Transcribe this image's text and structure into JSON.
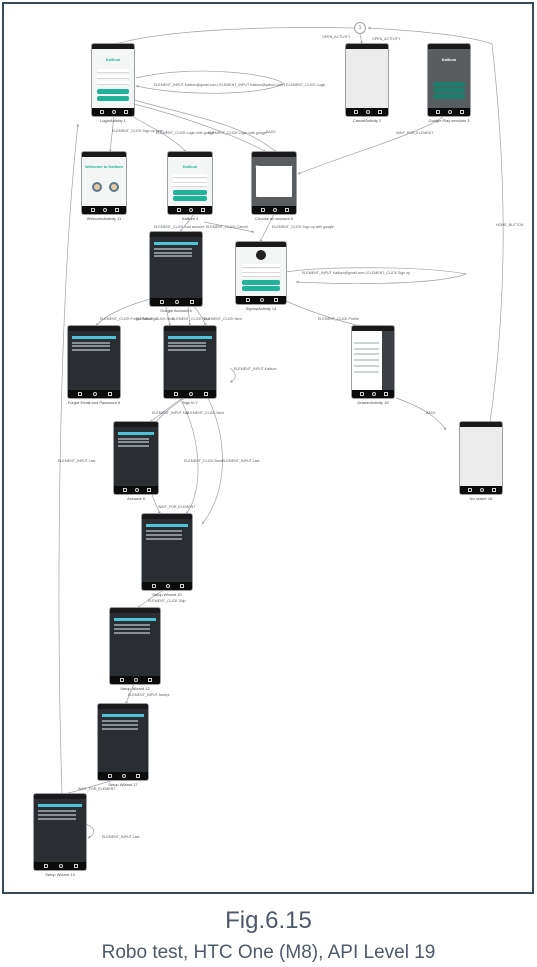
{
  "caption": {
    "figure": "Fig.6.15",
    "description": "Robo test, HTC One (M8), API Level 19"
  },
  "start_node": {
    "symbol": "1"
  },
  "colors": {
    "accent": "#20b29a",
    "frame": "#3d4a5a",
    "edge": "#9ea3a8",
    "caption": "#4d5a6b"
  },
  "nodes": [
    {
      "id": "login",
      "label": "LoginActivity 1",
      "kind": "light",
      "brand": "Kailium"
    },
    {
      "id": "cancel",
      "label": "CancelActivity 2",
      "kind": "gray",
      "brand": ""
    },
    {
      "id": "gplay",
      "label": "Google Play services 3",
      "kind": "dialog",
      "brand": "Kailium"
    },
    {
      "id": "welcome",
      "label": "WelcomeActivity 11",
      "kind": "light",
      "brand": "Welcome to Kailium"
    },
    {
      "id": "kailium",
      "label": "Kailium 4",
      "kind": "light",
      "brand": "Kailium"
    },
    {
      "id": "account",
      "label": "Choose an account 5",
      "kind": "dialog",
      "brand": "Choose an account"
    },
    {
      "id": "google-account",
      "label": "Google Account 6",
      "kind": "dark",
      "brand": ""
    },
    {
      "id": "signup",
      "label": "SignupActivity 14",
      "kind": "light",
      "brand": ""
    },
    {
      "id": "forgot",
      "label": "Forgot Email and Password 8",
      "kind": "dark",
      "brand": ""
    },
    {
      "id": "sign-in",
      "label": "Sign in 7",
      "kind": "dark",
      "brand": ""
    },
    {
      "id": "drawer",
      "label": "DrawerActivity 15",
      "kind": "light",
      "brand": "Operation"
    },
    {
      "id": "gaccount2",
      "label": "Account 9",
      "kind": "dark",
      "brand": ""
    },
    {
      "id": "no-match",
      "label": "No match 16",
      "kind": "gray",
      "brand": ""
    },
    {
      "id": "setup-wizard-10",
      "label": "Setup Wizard 10",
      "kind": "dark",
      "brand": ""
    },
    {
      "id": "setup-wizard-12",
      "label": "Setup Wizard 12",
      "kind": "dark",
      "brand": ""
    },
    {
      "id": "setup-wizard-17",
      "label": "Setup Wizard 17",
      "kind": "dark",
      "brand": ""
    },
    {
      "id": "setup-wizard-13",
      "label": "Setup Wizard 13",
      "kind": "dark",
      "brand": ""
    }
  ],
  "edges": [
    {
      "id": "e1",
      "label": "OPEN_ACTIVITY"
    },
    {
      "id": "e2",
      "label": "OPEN_ACTIVITY"
    },
    {
      "id": "e3",
      "label": "ELEMENT_INPUT Kailium@gmail.com | ELEMENT_INPUT Kailium@yahoo.com | ELEMENT_CLICK Login"
    },
    {
      "id": "e4",
      "label": "ELEMENT_CLICK Sign up here"
    },
    {
      "id": "e5",
      "label": "ELEMENT_CLICK Login with google"
    },
    {
      "id": "e6",
      "label": "ELEMENT_CLICK Login with google"
    },
    {
      "id": "e7",
      "label": "BACK"
    },
    {
      "id": "e8",
      "label": "WAIT_FOR_ELEMENT"
    },
    {
      "id": "e9",
      "label": "ELEMENT_CLICK Add account"
    },
    {
      "id": "e10",
      "label": "ELEMENT_CLICK Cancel"
    },
    {
      "id": "e11",
      "label": "ELEMENT_CLICK Sign up with google"
    },
    {
      "id": "e12",
      "label": "ELEMENT_CLICK Forgot Password"
    },
    {
      "id": "e13",
      "label": "ELEMENT_CLICK Next"
    },
    {
      "id": "e14",
      "label": "ELEMENT_CLICK Next"
    },
    {
      "id": "e15",
      "label": "ELEMENT_CLICK Next"
    },
    {
      "id": "e16",
      "label": "ELEMENT_INPUT Kailium"
    },
    {
      "id": "e17",
      "label": "ELEMENT_INPUT Kailium@gmail.com | ELEMENT_CLICK Sign up"
    },
    {
      "id": "e18",
      "label": "ELEMENT_CLICK Profile"
    },
    {
      "id": "e19",
      "label": "ELEMENT_INPUT Kari"
    },
    {
      "id": "e20",
      "label": "ELEMENT_CLICK Next"
    },
    {
      "id": "e21",
      "label": "ELEMENT_CLICK Back"
    },
    {
      "id": "e22",
      "label": "ELEMENT_INPUT Last"
    },
    {
      "id": "e23",
      "label": "BACK"
    },
    {
      "id": "e24",
      "label": "HOME_BUTTON"
    },
    {
      "id": "e25",
      "label": "WAIT_FOR_ELEMENT"
    },
    {
      "id": "e26",
      "label": "ELEMENT_CLICK Skip"
    },
    {
      "id": "e27",
      "label": "ELEMENT_INPUT Accept"
    },
    {
      "id": "e28",
      "label": "WAIT_FOR_ELEMENT"
    },
    {
      "id": "e29",
      "label": "ELEMENT_INPUT Last"
    },
    {
      "id": "e30",
      "label": "ELEMENT_INPUT Last"
    }
  ]
}
